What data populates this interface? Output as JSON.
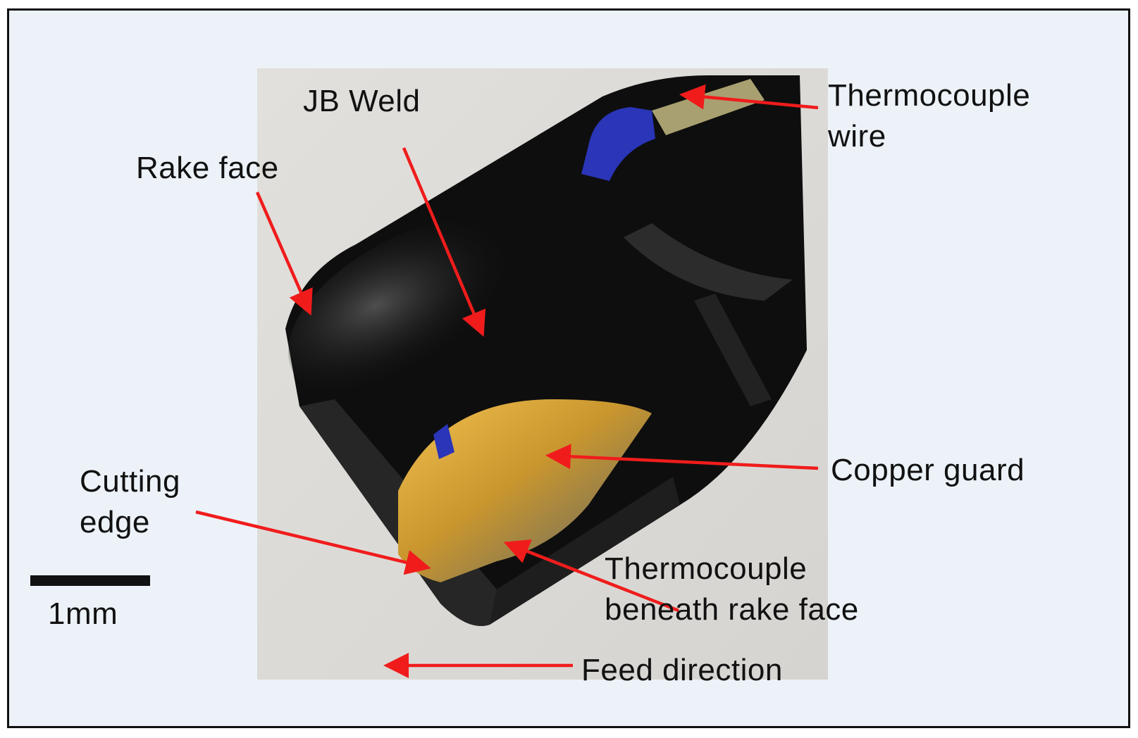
{
  "labels": {
    "jb_weld": "JB Weld",
    "rake_face": "Rake face",
    "thermocouple_wire": "Thermocouple\nwire",
    "copper_guard": "Copper guard",
    "cutting_edge": "Cutting\nedge",
    "thermocouple_beneath": "Thermocouple\nbeneath rake face",
    "feed_direction": "Feed direction",
    "scale": "1mm"
  },
  "colors": {
    "annotation_arrow": "#f01c1c",
    "background": "#ecf2f8",
    "tool_body": "#111111",
    "copper": "#c89a3a",
    "thermocouple_insulation": "#2a35b8",
    "thermocouple_braid": "#a8a070"
  }
}
